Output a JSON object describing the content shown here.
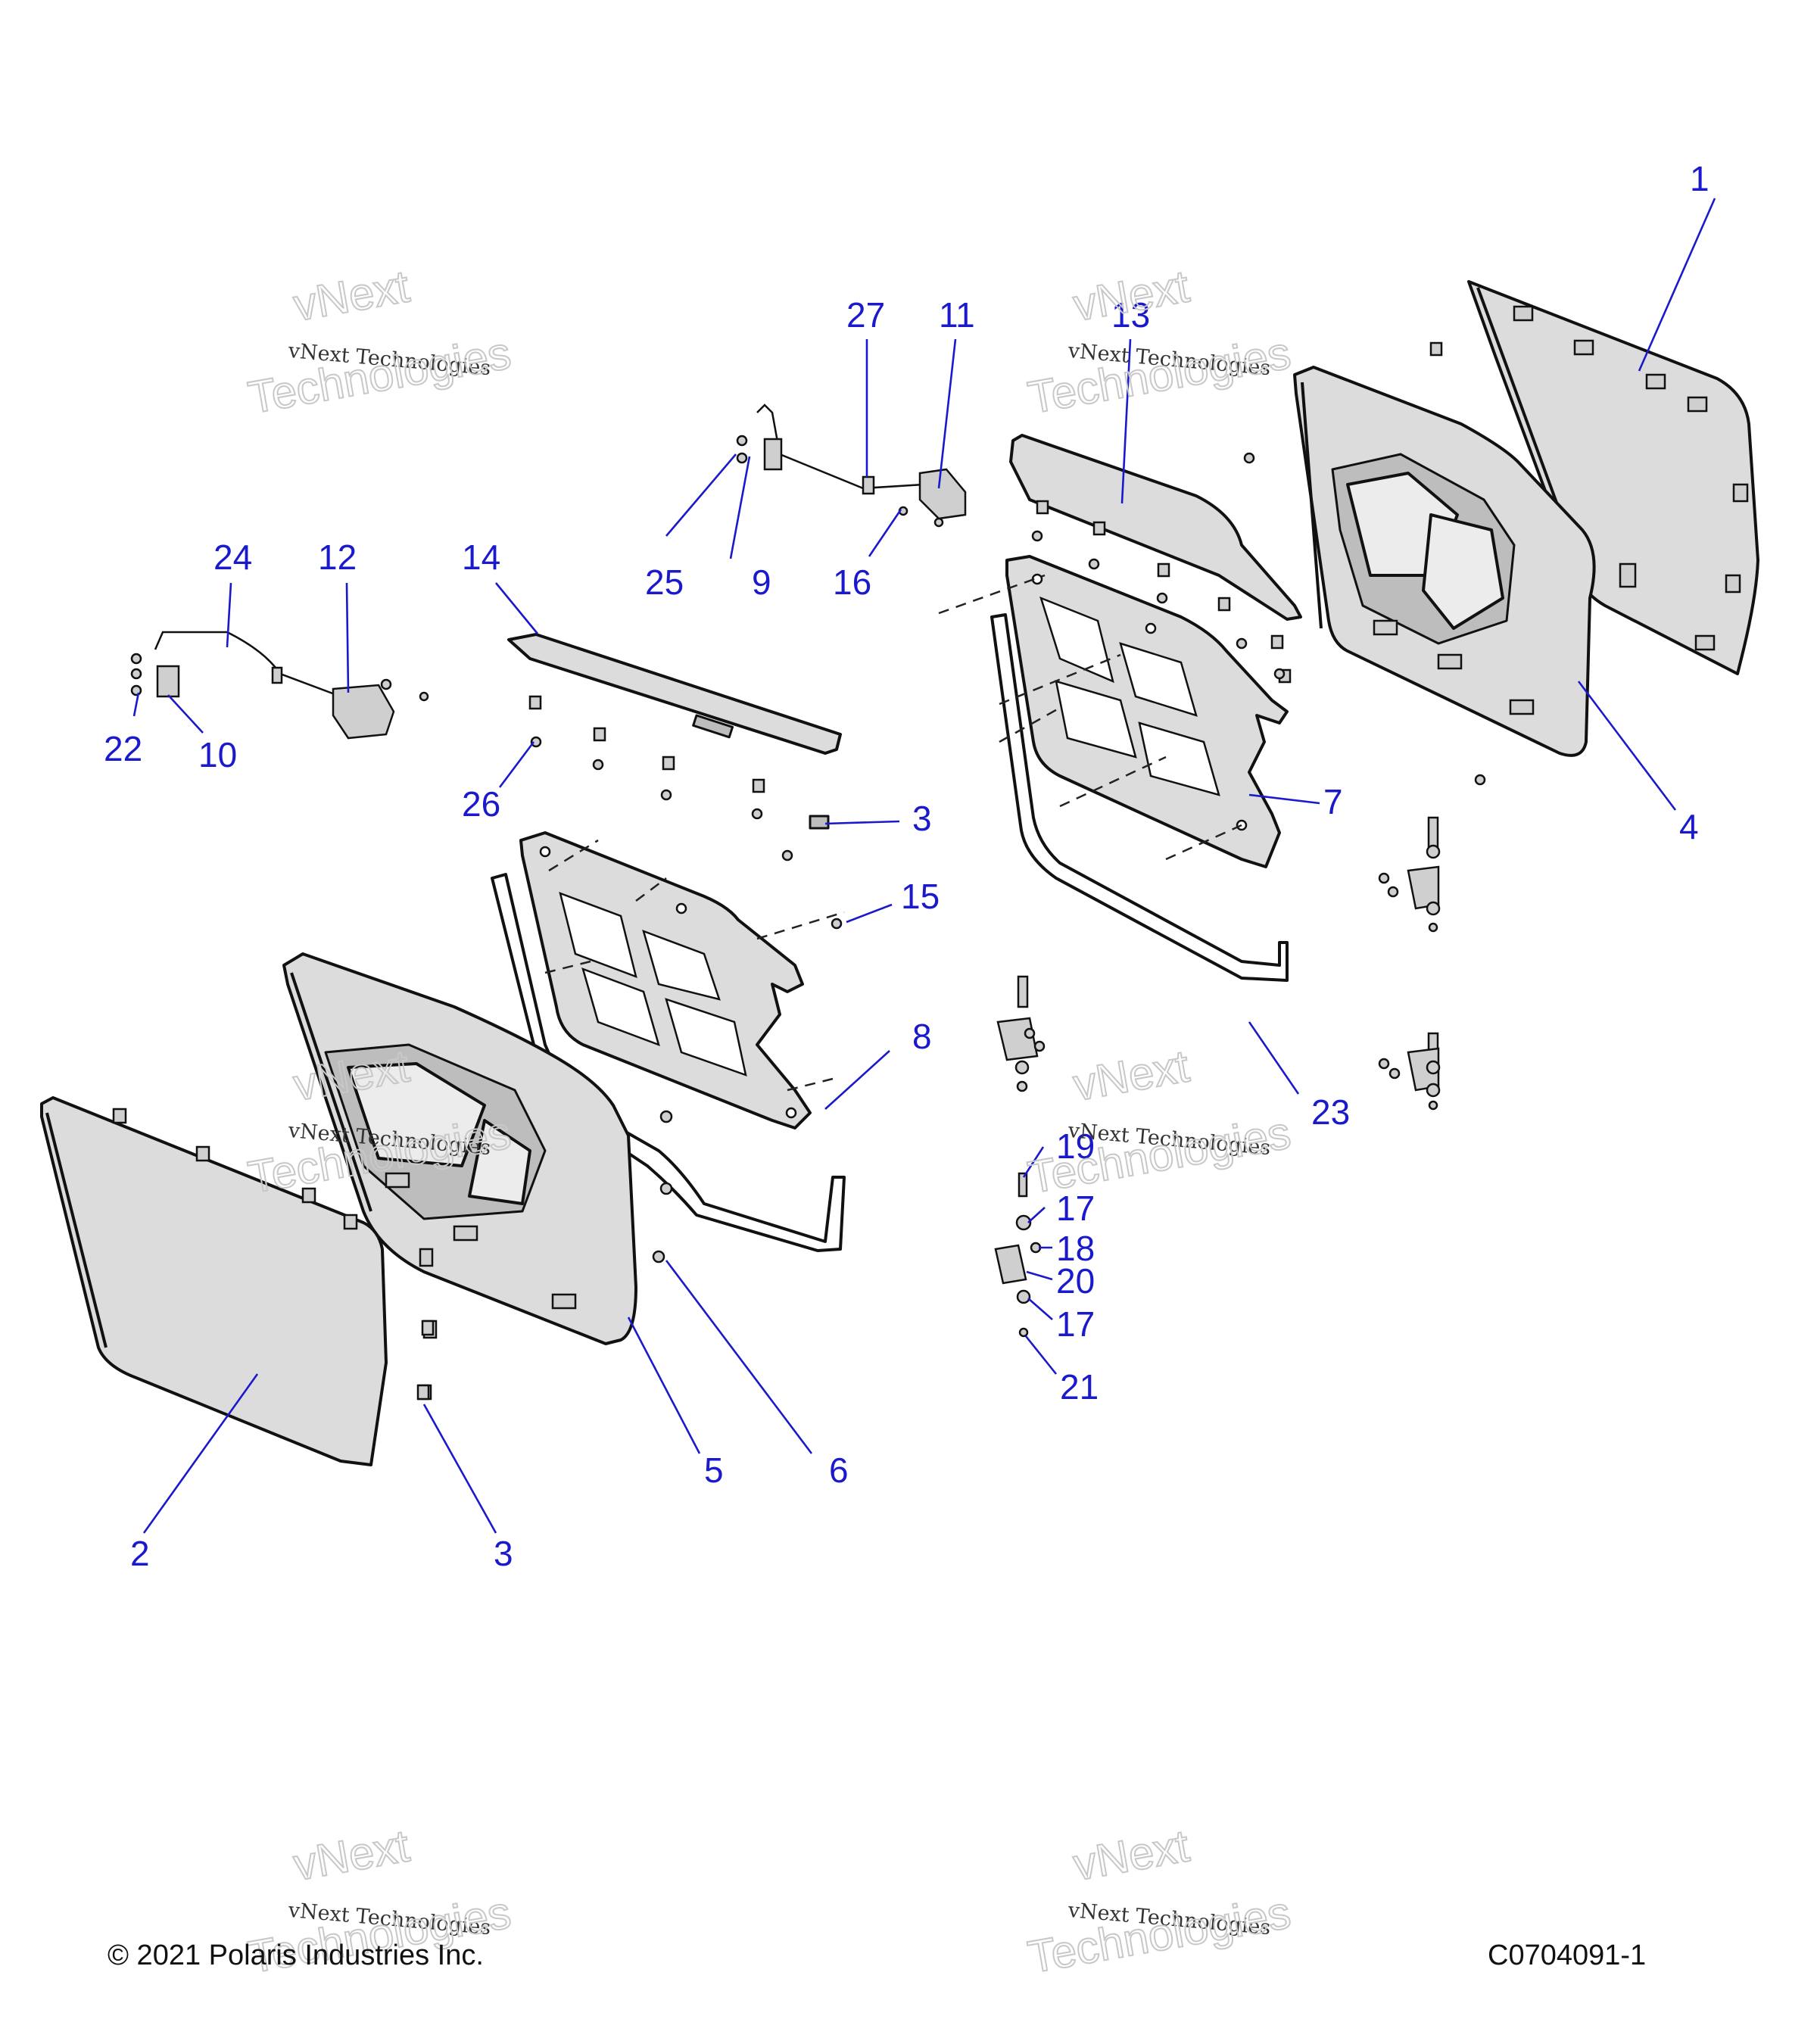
{
  "callouts": {
    "c1": "1",
    "c2": "2",
    "c3a": "3",
    "c3b": "3",
    "c4": "4",
    "c5": "5",
    "c6": "6",
    "c7": "7",
    "c8": "8",
    "c9": "9",
    "c10": "10",
    "c11": "11",
    "c12": "12",
    "c13": "13",
    "c14": "14",
    "c15": "15",
    "c16": "16",
    "c17a": "17",
    "c17b": "17",
    "c18": "18",
    "c19": "19",
    "c20": "20",
    "c21": "21",
    "c22": "22",
    "c23": "23",
    "c24": "24",
    "c25": "25",
    "c26": "26",
    "c27": "27"
  },
  "watermark": {
    "line1": "vNext",
    "line2": "vNext Technologies",
    "line3": "Technologies"
  },
  "footer": {
    "copyright": "© 2021 Polaris Industries Inc.",
    "diagram_code": "C0704091-1"
  },
  "colors": {
    "callout": "#1a1acc",
    "line_art": "#111111",
    "panel_fill": "#dcdcdc"
  }
}
